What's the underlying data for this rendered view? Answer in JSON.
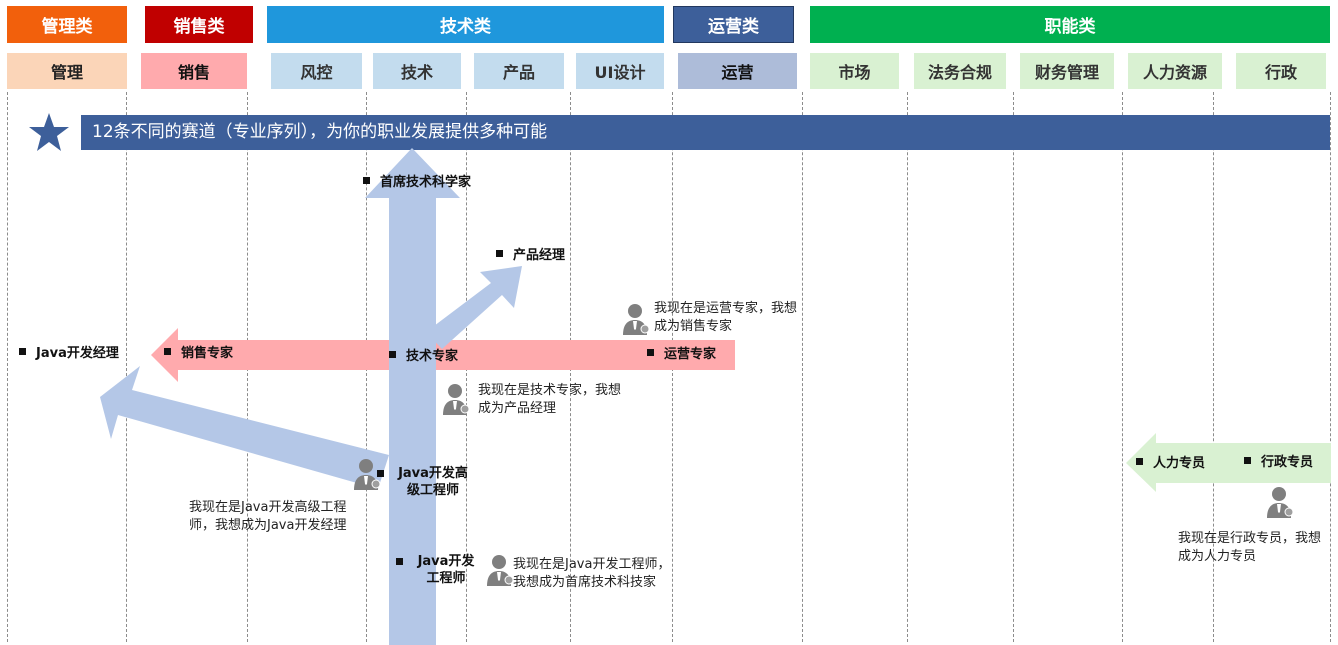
{
  "categories": [
    {
      "label": "管理类",
      "color": "#f2600c"
    },
    {
      "label": "销售类",
      "color": "#c00000"
    },
    {
      "label": "技术类",
      "color": "#1f97dc"
    },
    {
      "label": "运营类",
      "color": "#3d5f9a"
    },
    {
      "label": "职能类",
      "color": "#00b050"
    }
  ],
  "sequences": [
    {
      "label": "管理",
      "bg": "#fbd5b8",
      "fg": "#222222"
    },
    {
      "label": "销售",
      "bg": "#ffaaad",
      "fg": "#111111"
    },
    {
      "label": "风控",
      "bg": "#c3dcee",
      "fg": "#333333"
    },
    {
      "label": "技术",
      "bg": "#c3dcee",
      "fg": "#333333"
    },
    {
      "label": "产品",
      "bg": "#c3dcee",
      "fg": "#333333"
    },
    {
      "label": "UI设计",
      "bg": "#c3dcee",
      "fg": "#333333"
    },
    {
      "label": "运营",
      "bg": "#adbcd9",
      "fg": "#111111"
    },
    {
      "label": "市场",
      "bg": "#d9f1d2",
      "fg": "#333333"
    },
    {
      "label": "法务合规",
      "bg": "#d9f1d2",
      "fg": "#333333"
    },
    {
      "label": "财务管理",
      "bg": "#d9f1d2",
      "fg": "#333333"
    },
    {
      "label": "人力资源",
      "bg": "#d9f1d2",
      "fg": "#333333"
    },
    {
      "label": "行政",
      "bg": "#d9f1d2",
      "fg": "#333333"
    }
  ],
  "banner": {
    "text": "12条不同的赛道（专业序列），为你的职业发展提供多种可能",
    "icon": "star-icon"
  },
  "arrow_colors": {
    "tech": "#b4c7e7",
    "sales": "#ffaaad",
    "functional": "#d9f1d2"
  },
  "positions": {
    "chief_scientist": "首席技术科学家",
    "product_manager": "产品经理",
    "java_manager": "Java开发经理",
    "sales_expert": "销售专家",
    "tech_expert": "技术专家",
    "ops_expert": "运营专家",
    "java_senior_line1": "Java开发高",
    "java_senior_line2": "级工程师",
    "java_engineer_line1": "Java开发",
    "java_engineer_line2": "工程师",
    "hr_specialist": "人力专员",
    "admin_specialist": "行政专员"
  },
  "notes": {
    "ops_line1": "我现在是运营专家，我想",
    "ops_line2": "成为销售专家",
    "tech_line1": "我现在是技术专家，我想",
    "tech_line2": "成为产品经理",
    "senior_line1": "我现在是Java开发高级工程",
    "senior_line2": "师，我想成为Java开发经理",
    "engineer_line1": "我现在是Java开发工程师，",
    "engineer_line2": "我想成为首席技术科技家",
    "admin_line1": "我现在是行政专员，我想",
    "admin_line2": "成为人力专员"
  }
}
